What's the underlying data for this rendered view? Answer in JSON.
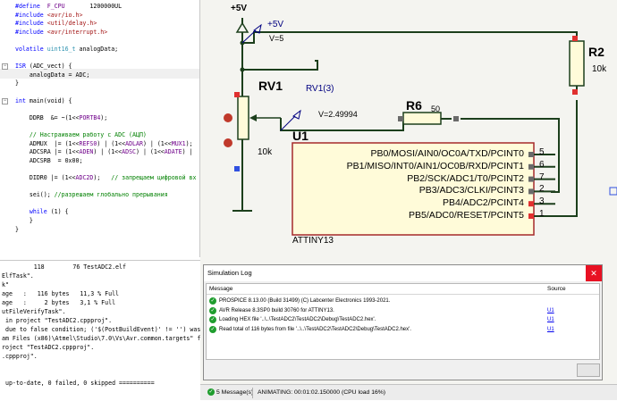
{
  "editor": {
    "lines": [
      {
        "n": "",
        "parts": [
          {
            "c": "kw",
            "t": "#define"
          },
          {
            "c": "mac",
            "t": "  F_CPU"
          },
          {
            "c": "",
            "t": "       1200000UL"
          }
        ]
      },
      {
        "n": "",
        "parts": [
          {
            "c": "kw",
            "t": "#include"
          },
          {
            "c": "pp",
            "t": " <avr/io.h>"
          }
        ]
      },
      {
        "n": "",
        "parts": [
          {
            "c": "kw",
            "t": "#include"
          },
          {
            "c": "pp",
            "t": " <util/delay.h>"
          }
        ]
      },
      {
        "n": "",
        "parts": [
          {
            "c": "kw",
            "t": "#include"
          },
          {
            "c": "pp",
            "t": " <avr/interrupt.h>"
          }
        ]
      },
      {
        "n": "",
        "parts": []
      },
      {
        "n": "",
        "parts": [
          {
            "c": "kw",
            "t": "volatile"
          },
          {
            "c": "ty",
            "t": " uint16_t"
          },
          {
            "c": "",
            "t": " analogData;"
          }
        ]
      },
      {
        "n": "",
        "parts": []
      },
      {
        "n": "",
        "parts": [
          {
            "c": "kw",
            "t": "ISR"
          },
          {
            "c": "",
            "t": " (ADC_vect) {"
          }
        ]
      },
      {
        "n": "",
        "parts": [
          {
            "c": "",
            "t": "    analogData = ADC;"
          }
        ]
      },
      {
        "n": "",
        "parts": [
          {
            "c": "",
            "t": "}"
          }
        ]
      },
      {
        "n": "",
        "parts": []
      },
      {
        "n": "",
        "parts": [
          {
            "c": "kw",
            "t": "int"
          },
          {
            "c": "",
            "t": " main(void) {"
          }
        ]
      },
      {
        "n": "",
        "parts": []
      },
      {
        "n": "",
        "parts": [
          {
            "c": "",
            "t": "    DDRB  &= ~(1<<"
          },
          {
            "c": "mac",
            "t": "PORTB4"
          },
          {
            "c": "",
            "t": ");"
          }
        ]
      },
      {
        "n": "",
        "parts": []
      },
      {
        "n": "",
        "parts": [
          {
            "c": "cm",
            "t": "    // Настраиваем работу с ADC (АЦП)"
          }
        ]
      },
      {
        "n": "",
        "parts": [
          {
            "c": "",
            "t": "    ADMUX  |= (1<<"
          },
          {
            "c": "mac",
            "t": "REFS0"
          },
          {
            "c": "",
            "t": ") | (1<<"
          },
          {
            "c": "mac",
            "t": "ADLAR"
          },
          {
            "c": "",
            "t": ") | (1<<"
          },
          {
            "c": "mac",
            "t": "MUX1"
          },
          {
            "c": "",
            "t": ");"
          }
        ]
      },
      {
        "n": "",
        "parts": [
          {
            "c": "",
            "t": "    ADCSRA |= (1<<"
          },
          {
            "c": "mac",
            "t": "ADEN"
          },
          {
            "c": "",
            "t": ") | (1<<"
          },
          {
            "c": "mac",
            "t": "ADSC"
          },
          {
            "c": "",
            "t": ") | (1<<"
          },
          {
            "c": "mac",
            "t": "ADATE"
          },
          {
            "c": "",
            "t": ") |"
          }
        ]
      },
      {
        "n": "",
        "parts": [
          {
            "c": "",
            "t": "    ADCSRB  = 0x00;"
          }
        ]
      },
      {
        "n": "",
        "parts": []
      },
      {
        "n": "",
        "parts": [
          {
            "c": "",
            "t": "    DIDR0 |= (1<<"
          },
          {
            "c": "mac",
            "t": "ADC2D"
          },
          {
            "c": "",
            "t": ");   "
          },
          {
            "c": "cm",
            "t": "// запрещаем цифровой вх"
          }
        ]
      },
      {
        "n": "",
        "parts": []
      },
      {
        "n": "",
        "parts": [
          {
            "c": "",
            "t": "    sei(); "
          },
          {
            "c": "cm",
            "t": "//разрешаем глобально прерывания"
          }
        ]
      },
      {
        "n": "",
        "parts": []
      },
      {
        "n": "",
        "parts": [
          {
            "c": "kw",
            "t": "    while"
          },
          {
            "c": "",
            "t": " (1) {"
          }
        ]
      },
      {
        "n": "",
        "parts": [
          {
            "c": "",
            "t": "    }"
          }
        ]
      },
      {
        "n": "",
        "parts": [
          {
            "c": "",
            "t": "}"
          }
        ]
      }
    ]
  },
  "output": {
    "lines": [
      "         118        76 TestADC2.elf",
      "ElfTask\".",
      "k\"",
      "age   :   116 bytes   11,3 % Full",
      "age   :     2 bytes   3,1 % Full",
      "utFileVerifyTask\".",
      " in project \"TestADC2.cppproj\".",
      " due to false condition; ('$(PostBuildEvent)' != '') was",
      "am Files (x86)\\Atmel\\Studio\\7.0\\Vs\\Avr.common.targets\" fr",
      "roject \"TestADC2.cppproj\".",
      ".cppproj\".",
      "",
      "",
      " up-to-date, 0 failed, 0 skipped =========="
    ]
  },
  "schematic": {
    "supply_label": "+5V",
    "probe_label": "+5V",
    "probe_value": "V=5",
    "rv1_label": "RV1",
    "rv1_value": "10k",
    "rv1_probe_label": "RV1(3)",
    "rv1_probe_value": "V=2.49994",
    "r6_label": "R6",
    "r6_value": "50",
    "r2_label": "R2",
    "r2_value": "10k",
    "u1_label": "U1",
    "u1_part": "ATTINY13",
    "pins": [
      {
        "name": "PB0/MOSI/AIN0/OC0A/TXD/PCINT0",
        "num": "5"
      },
      {
        "name": "PB1/MISO/INT0/AIN1/OC0B/RXD/PCINT1",
        "num": "6"
      },
      {
        "name": "PB2/SCK/ADC1/T0/PCINT2",
        "num": "7"
      },
      {
        "name": "PB3/ADC3/CLKI/PCINT3",
        "num": "2"
      },
      {
        "name": "PB4/ADC2/PCINT4",
        "num": "3"
      },
      {
        "name": "PB5/ADC0/RESET/PCINT5",
        "num": "1"
      }
    ],
    "colors": {
      "wire": "#1c3f1c",
      "chip_body": "#fffbd9",
      "chip_border": "#a52a2a",
      "probe": "#000080",
      "pin_red": "#e0302f",
      "pin_gray": "#6a6a6a",
      "pin_blue": "#3050e0"
    }
  },
  "simlog": {
    "title": "Simulation Log",
    "close_icon": "close-icon",
    "col_message": "Message",
    "col_source": "Source",
    "rows": [
      {
        "msg": "PROSPICE 8.13.00 (Build 31499) (C) Labcenter Electronics 1993-2021.",
        "src": ""
      },
      {
        "msg": "AVR Release 8.3SP0 build 30760 for ATTINY13.",
        "src": "U1"
      },
      {
        "msg": "Loading HEX file '..\\..\\TestADC2\\TestADC2\\Debug\\TestADC2.hex'.",
        "src": "U1"
      },
      {
        "msg": "Read total of 116 bytes from file '..\\..\\TestADC2\\TestADC2\\Debug\\TestADC2.hex'.",
        "src": "U1"
      }
    ]
  },
  "statusbar": {
    "messages": "5 Message(s)",
    "animating": "ANIMATING: 00:01:02.150000 (CPU load 16%)"
  }
}
